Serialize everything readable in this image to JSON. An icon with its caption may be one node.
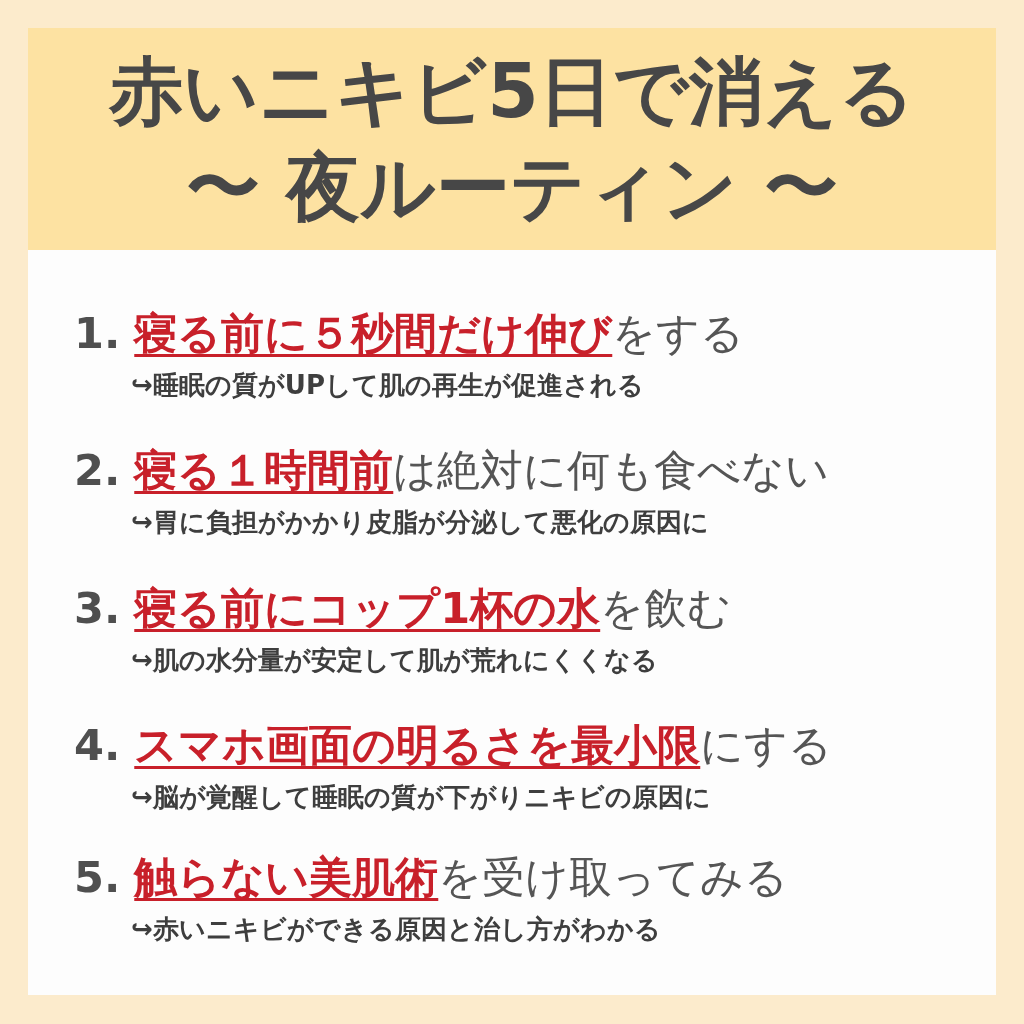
{
  "diagram": {
    "nodes": [
      {
        "text": [
          "赤いニキビ5日で消える",
          "〜 夜ルーティン 〜"
        ]
      },
      {
        "text": [
          "1.",
          "寝る前に５秒間だけ伸び",
          "をする",
          "↪睡眠の質がUPして肌の再生が促進される",
          "2.",
          "寝る１時間前",
          "は絶対に何も食べない",
          "↪胃に負担がかかり皮脂が分泌して悪化の原因に",
          "3.",
          "寝る前にコップ1杯の水",
          "を飲む",
          "↪肌の水分量が安定して肌が荒れにくくなる",
          "4.",
          "スマホ画面の明るさを最小限",
          "にする",
          "↪脳が覚醒して睡眠の質が下がりニキビの原因に",
          "5.",
          "触らない美肌術",
          "を受け取ってみる",
          "↪赤いニキビができる原因と治し方がわかる"
        ]
      }
    ]
  }
}
